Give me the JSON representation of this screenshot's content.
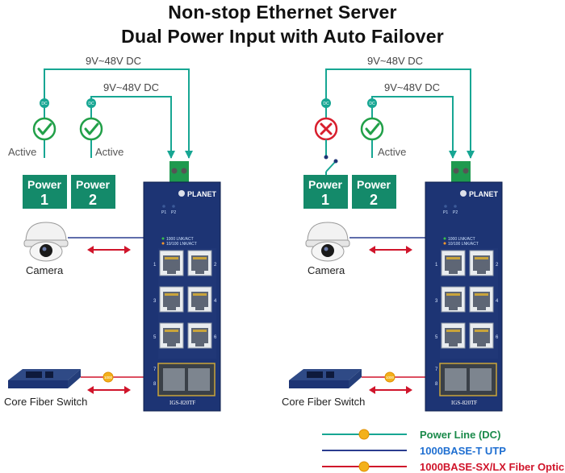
{
  "title": {
    "line1": "Non-stop Ethernet Server",
    "line2": "Dual Power Input with Auto Failover"
  },
  "scenarios": [
    {
      "supply_outer": "9V~48V DC",
      "supply_inner": "9V~48V DC",
      "power1": {
        "word": "Power",
        "num": "1",
        "status": "Active",
        "state": "ok"
      },
      "power2": {
        "word": "Power",
        "num": "2",
        "status": "Active",
        "state": "ok"
      },
      "camera_label": "Camera",
      "core_label": "Core Fiber Switch"
    },
    {
      "supply_outer": "9V~48V DC",
      "supply_inner": "9V~48V DC",
      "power1": {
        "word": "Power",
        "num": "1",
        "status": "",
        "state": "failed"
      },
      "power2": {
        "word": "Power",
        "num": "2",
        "status": "Active",
        "state": "ok"
      },
      "camera_label": "Camera",
      "core_label": "Core Fiber Switch"
    }
  ],
  "device": {
    "brand": "PLANET",
    "model": "IGS-820TF",
    "led_p1": "P1",
    "led_p2": "P2",
    "led_legend1": "1000  LNK/ACT",
    "led_legend2": "10/100  LNK/ACT",
    "port_numbers": [
      "1",
      "2",
      "3",
      "4",
      "5",
      "6",
      "7",
      "8"
    ]
  },
  "badges": {
    "dc": "DC",
    "fiber": "1000"
  },
  "legend": [
    {
      "label": "Power Line (DC)",
      "color": "#1a8a4a",
      "line": "#17a693",
      "badge": true
    },
    {
      "label": "1000BASE-T UTP",
      "color": "#1f6fd1",
      "line": "#2a3d8f",
      "badge": false
    },
    {
      "label": "1000BASE-SX/LX Fiber Optic",
      "color": "#d0152b",
      "line": "#d0152b",
      "badge": true
    }
  ],
  "colors": {
    "power_line": "#17a693",
    "utp_line": "#2a3d8f",
    "fiber_line": "#d0152b",
    "power_box": "#148a6a",
    "ok": "#22a049",
    "fail": "#d81f2e",
    "device_body": "#1d3474"
  }
}
